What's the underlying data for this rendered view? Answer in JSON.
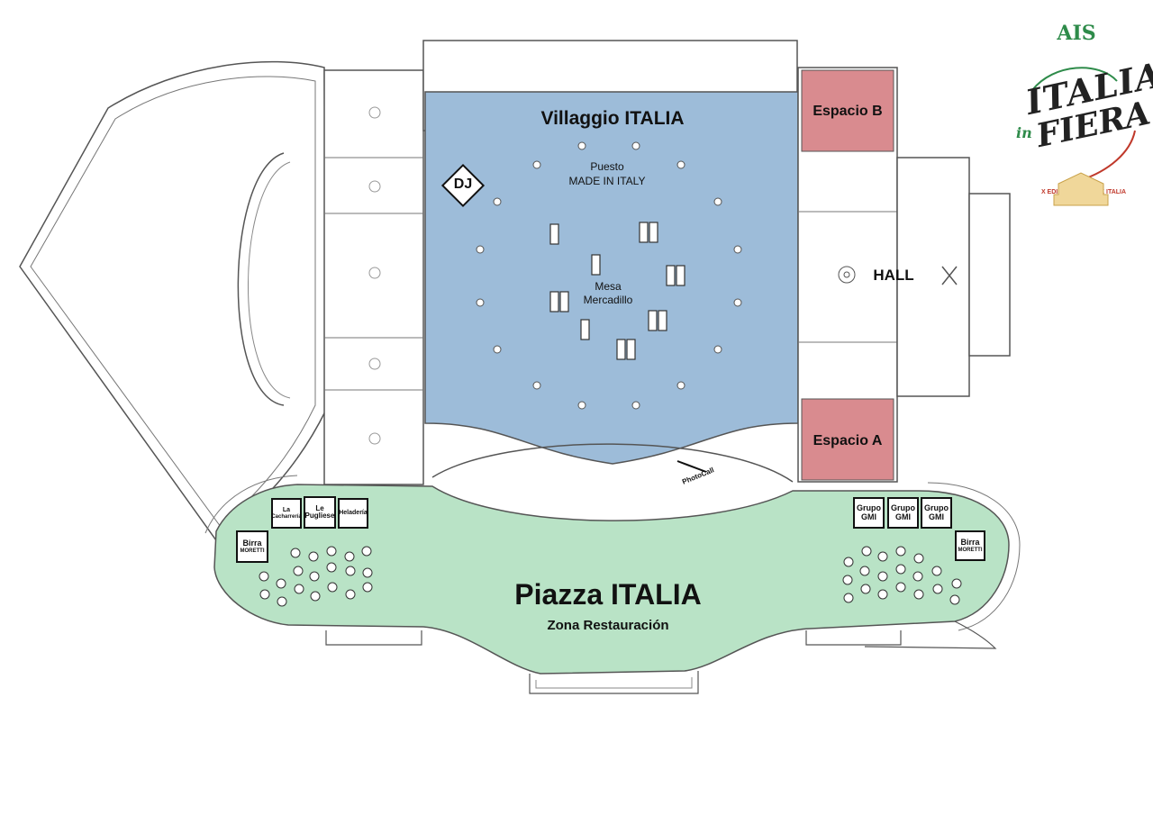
{
  "areas": {
    "villaggio_title": "Villaggio ITALIA",
    "puesto_line1": "Puesto",
    "puesto_line2": "MADE IN ITALY",
    "dj": "DJ",
    "mesa_line1": "Mesa",
    "mesa_line2": "Mercadillo",
    "espacio_b": "Espacio B",
    "espacio_a": "Espacio A",
    "hall": "HALL",
    "photocall": "PhotoCall",
    "piazza_title": "Piazza ITALIA",
    "piazza_subtitle": "Zona Restauración"
  },
  "stalls_left": [
    {
      "name": "La",
      "sub": "Cacharrería"
    },
    {
      "name": "Le",
      "sub": "Pugliese"
    },
    {
      "name": "Heladería",
      "sub": ""
    }
  ],
  "birra_left": {
    "name": "Birra",
    "sub": "MORETTI"
  },
  "birra_right": {
    "name": "Birra",
    "sub": "MORETTI"
  },
  "stalls_right": [
    {
      "line1": "Grupo",
      "line2": "GMI"
    },
    {
      "line1": "Grupo",
      "line2": "GMI"
    },
    {
      "line1": "Grupo",
      "line2": "GMI"
    }
  ],
  "logo": {
    "brand_top": "AIS",
    "brand_word1": "ITALIA",
    "brand_word2": "in",
    "brand_word3": "FIERA",
    "edition": "X EDICIÓN FERIA DE ITALIA"
  },
  "colors": {
    "villaggio": "#9dbcd9",
    "espacio": "#d98b8f",
    "piazza": "#b9e3c6",
    "walls": "#555555",
    "logo_green": "#2e8b4a",
    "logo_red": "#c0392b"
  }
}
